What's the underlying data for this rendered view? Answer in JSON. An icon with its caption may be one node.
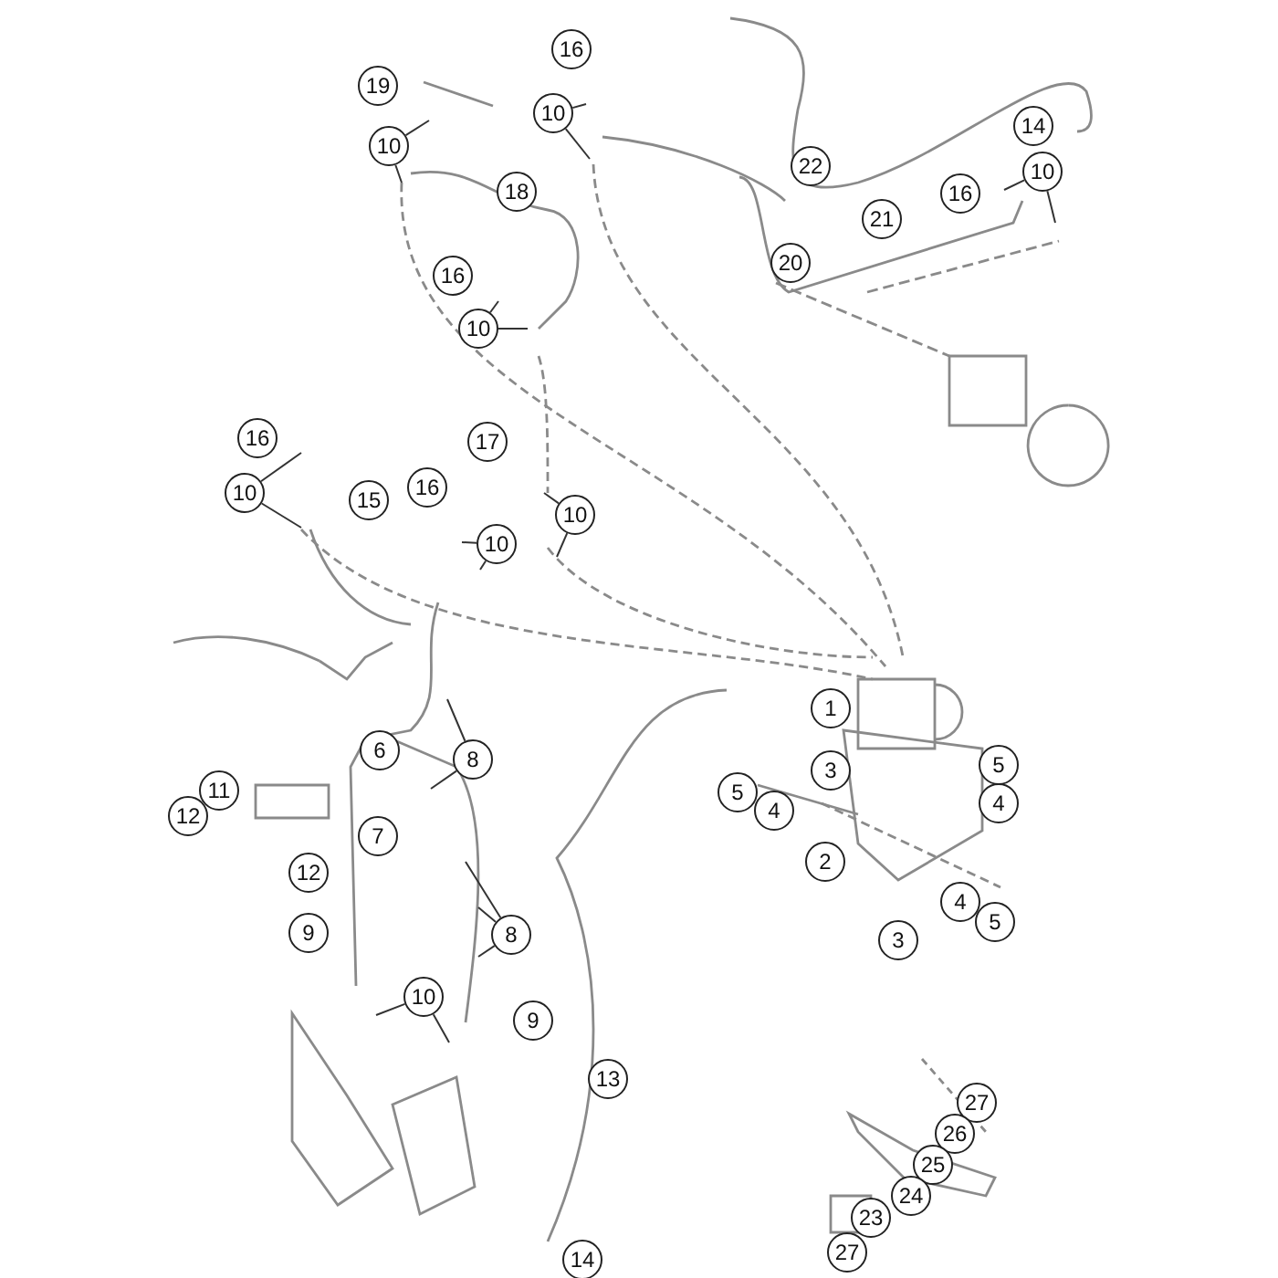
{
  "diagram": {
    "nodes": [
      {
        "text": [
          "16"
        ]
      },
      {
        "text": [
          "19"
        ]
      },
      {
        "text": [
          "10"
        ]
      },
      {
        "text": [
          "14"
        ]
      },
      {
        "text": [
          "10"
        ]
      },
      {
        "text": [
          "22"
        ]
      },
      {
        "text": [
          "10"
        ]
      },
      {
        "text": [
          "18"
        ]
      },
      {
        "text": [
          "16"
        ]
      },
      {
        "text": [
          "21"
        ]
      },
      {
        "text": [
          "20"
        ]
      },
      {
        "text": [
          "16"
        ]
      },
      {
        "text": [
          "10"
        ]
      },
      {
        "text": [
          "16"
        ]
      },
      {
        "text": [
          "17"
        ]
      },
      {
        "text": [
          "16"
        ]
      },
      {
        "text": [
          "10"
        ]
      },
      {
        "text": [
          "15"
        ]
      },
      {
        "text": [
          "10"
        ]
      },
      {
        "text": [
          "10"
        ]
      },
      {
        "text": [
          "1"
        ]
      },
      {
        "text": [
          "6"
        ]
      },
      {
        "text": [
          "8"
        ]
      },
      {
        "text": [
          "5"
        ]
      },
      {
        "text": [
          "3"
        ]
      },
      {
        "text": [
          "11"
        ]
      },
      {
        "text": [
          "5"
        ]
      },
      {
        "text": [
          "4"
        ]
      },
      {
        "text": [
          "4"
        ]
      },
      {
        "text": [
          "12"
        ]
      },
      {
        "text": [
          "7"
        ]
      },
      {
        "text": [
          "2"
        ]
      },
      {
        "text": [
          "12"
        ]
      },
      {
        "text": [
          "4"
        ]
      },
      {
        "text": [
          "5"
        ]
      },
      {
        "text": [
          "9"
        ]
      },
      {
        "text": [
          "8"
        ]
      },
      {
        "text": [
          "3"
        ]
      },
      {
        "text": [
          "10"
        ]
      },
      {
        "text": [
          "9"
        ]
      },
      {
        "text": [
          "13"
        ]
      },
      {
        "text": [
          "27"
        ]
      },
      {
        "text": [
          "26"
        ]
      },
      {
        "text": [
          "25"
        ]
      },
      {
        "text": [
          "24"
        ]
      },
      {
        "text": [
          "23"
        ]
      },
      {
        "text": [
          "27"
        ]
      },
      {
        "text": [
          "14"
        ]
      }
    ],
    "edges": [
      {
        "from": 2,
        "to": null,
        "arrow": "none"
      },
      {
        "from": 2,
        "to": null,
        "arrow": "none"
      },
      {
        "from": 4,
        "to": null,
        "arrow": "none"
      },
      {
        "from": 4,
        "to": null,
        "arrow": "none"
      },
      {
        "from": 6,
        "to": null,
        "arrow": "none"
      },
      {
        "from": 6,
        "to": null,
        "arrow": "none"
      },
      {
        "from": 12,
        "to": null,
        "arrow": "none"
      },
      {
        "from": 12,
        "to": null,
        "arrow": "none"
      },
      {
        "from": 16,
        "to": null,
        "arrow": "none"
      },
      {
        "from": 16,
        "to": null,
        "arrow": "none"
      },
      {
        "from": 18,
        "to": null,
        "arrow": "none"
      },
      {
        "from": 18,
        "to": null,
        "arrow": "none"
      },
      {
        "from": 19,
        "to": null,
        "arrow": "none"
      },
      {
        "from": 19,
        "to": null,
        "arrow": "none"
      },
      {
        "from": 22,
        "to": null,
        "arrow": "none"
      },
      {
        "from": 22,
        "to": null,
        "arrow": "none"
      },
      {
        "from": 36,
        "to": null,
        "arrow": "none"
      },
      {
        "from": 36,
        "to": null,
        "arrow": "none"
      },
      {
        "from": 36,
        "to": null,
        "arrow": "none"
      },
      {
        "from": 38,
        "to": null,
        "arrow": "none"
      },
      {
        "from": 38,
        "to": null,
        "arrow": "none"
      }
    ]
  }
}
